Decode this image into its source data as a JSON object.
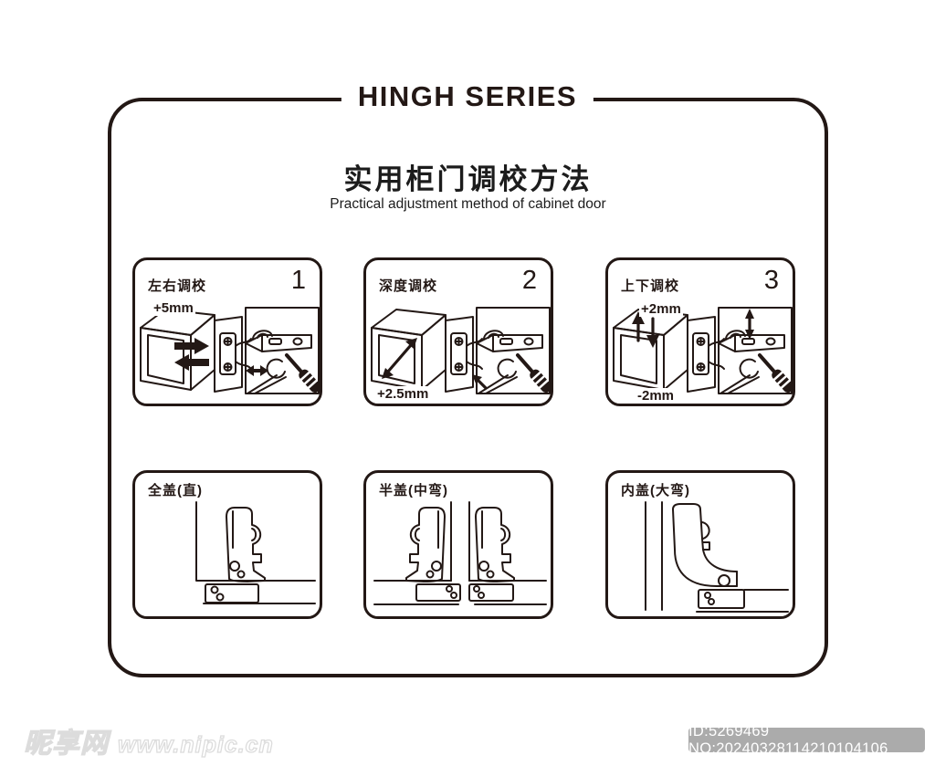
{
  "header": {
    "series_title": "HINGH SERIES"
  },
  "poster": {
    "title_cn": "实用柜门调校方法",
    "title_en": "Practical adjustment method of cabinet door"
  },
  "panels": [
    {
      "label": "左右调校",
      "number": "1",
      "annotation_top": "+5mm"
    },
    {
      "label": "深度调校",
      "number": "2",
      "annotation_bottom": "+2.5mm"
    },
    {
      "label": "上下调校",
      "number": "3",
      "annotation_top": "+2mm",
      "annotation_bottom": "-2mm"
    },
    {
      "label": "全盖(直)"
    },
    {
      "label": "半盖(中弯)"
    },
    {
      "label": "内盖(大弯)"
    }
  ],
  "footer": {
    "watermark_brand": "昵享网",
    "watermark_url": "www.nipic.cn",
    "id_badge": "ID:5269469 NO:20240328114210104106"
  },
  "colors": {
    "line": "#231815",
    "background": "#ffffff",
    "badge_bg": "#ababab",
    "badge_text": "#ffffff",
    "watermark_outline": "#dcdcdc"
  }
}
